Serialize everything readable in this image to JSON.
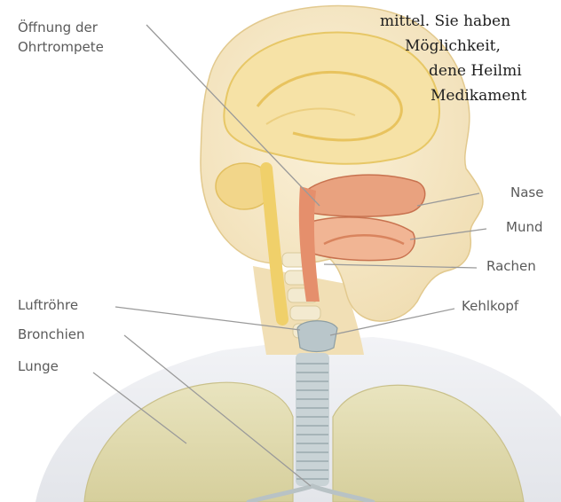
{
  "labels": {
    "oeffnung": "Öffnung der",
    "ohrtrompete": "Ohrtrompete",
    "nase": "Nase",
    "mund": "Mund",
    "rachen": "Rachen",
    "kehlkopf": "Kehlkopf",
    "luftroehre": "Luftröhre",
    "bronchien": "Bronchien",
    "lunge": "Lunge"
  },
  "overlay_text": {
    "line1": "mittel. Sie haben",
    "line2": "Möglichkeit,",
    "line3": "dene Heilmi",
    "line4": "Medikament"
  },
  "colors": {
    "skin": "#f7e7c4",
    "skin_dark": "#e8cf9a",
    "torso": "#e7e9ee",
    "lung": "#ded8a8",
    "trachea": "#c9d3d6",
    "cavity": "#e9a27f",
    "brain": "#f3d98c",
    "label": "#5a5a5a",
    "leader": "#9a9a9a"
  }
}
